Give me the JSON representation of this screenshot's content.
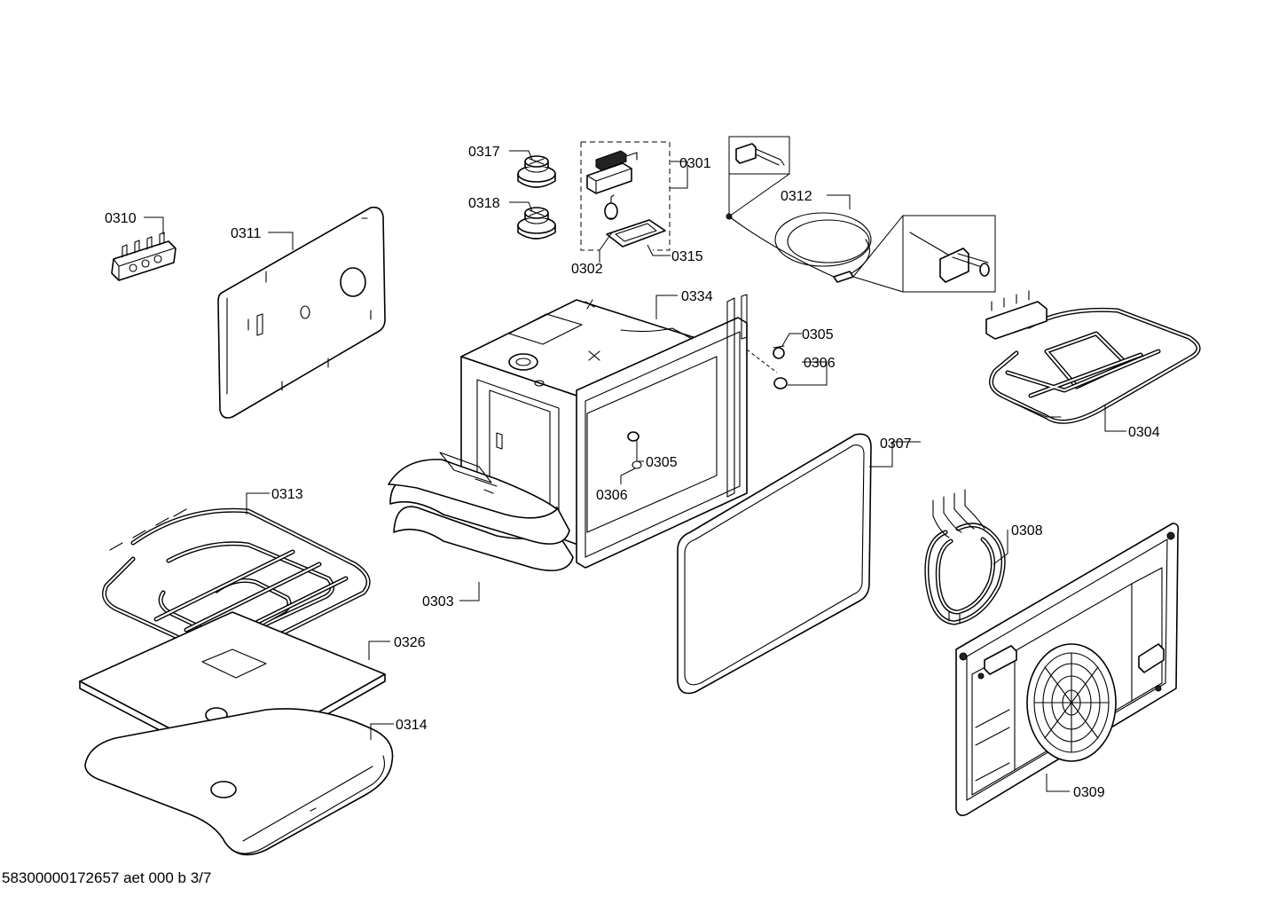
{
  "footer": {
    "reference": "58300000172657 aet 000 b 3/7"
  },
  "callouts": {
    "c0301": "0301",
    "c0302": "0302",
    "c0303": "0303",
    "c0304": "0304",
    "c0305a": "0305",
    "c0305b": "0305",
    "c0306a": "0306",
    "c0306b": "0306",
    "c0307": "0307",
    "c0308": "0308",
    "c0309": "0309",
    "c0310": "0310",
    "c0311": "0311",
    "c0312": "0312",
    "c0313": "0313",
    "c0314": "0314",
    "c0315": "0315",
    "c0317": "0317",
    "c0318": "0318",
    "c0326": "0326",
    "c0334": "0334"
  }
}
